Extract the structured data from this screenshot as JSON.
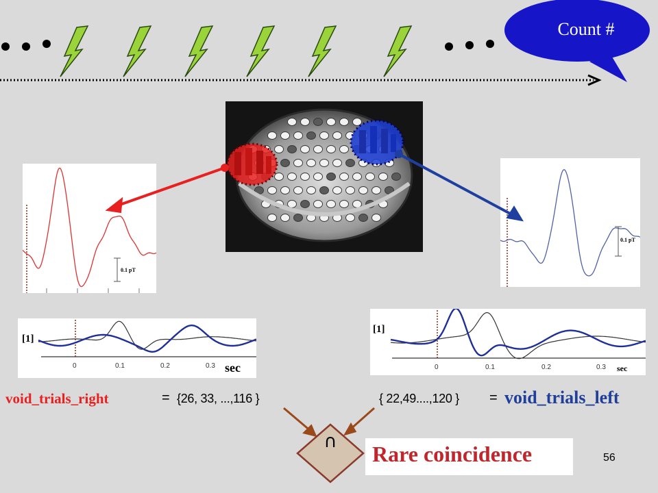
{
  "slide": {
    "bubble_label": "Count #",
    "page_number": "56"
  },
  "equation": {
    "left_name": "void_trials_right",
    "left_eq": "=",
    "left_set": "{26, 33, ...,116 }",
    "right_set": "{ 22,49....,120 }",
    "right_eq": "=",
    "right_name": "void_trials_left",
    "intersection_symbol": "∩",
    "result": "Rare coincidence"
  },
  "left_waveform": {
    "scale_label": "0.1 pT"
  },
  "right_waveform": {
    "scale_label": "0.1 pT"
  },
  "left_trial_plot": {
    "trial_label": "[1]",
    "ticks": [
      "0",
      "0.1",
      "0.2",
      "0.3"
    ],
    "unit": "sec"
  },
  "right_trial_plot": {
    "trial_label": "[1]",
    "ticks": [
      "0",
      "0.1",
      "0.2",
      "0.3"
    ],
    "unit": "sec"
  },
  "colors": {
    "right_sensor": "#e8201f",
    "left_sensor": "#1f3fa0",
    "bolt": "#9ad43a",
    "bubble": "#1616c8",
    "connector": "#9a4a1a"
  },
  "icons": [
    "lightning-bolt-icon",
    "ellipsis-icon",
    "speech-bubble-icon",
    "helmet-sensor-array-icon",
    "intersection-icon"
  ]
}
